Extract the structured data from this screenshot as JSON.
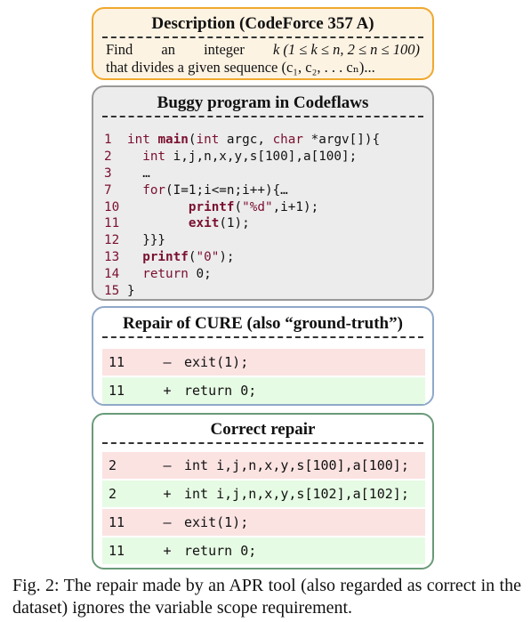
{
  "description": {
    "title": "Description (CodeForce 357 A)",
    "line1_words": [
      "Find",
      "an",
      "integer",
      "k (1 ≤ k ≤ n, 2 ≤ n ≤ 100)"
    ],
    "line2": "that divides a given sequence (c₁, c₂, . . . cₙ)..."
  },
  "buggy": {
    "title": "Buggy program in Codeflaws",
    "lines": [
      {
        "n": "1",
        "code": "int main(int argc, char *argv[]){"
      },
      {
        "n": "2",
        "code": "  int i,j,n,x,y,s[100],a[100];"
      },
      {
        "n": "3",
        "code": "  …"
      },
      {
        "n": "7",
        "code": "  for(I=1;i<=n;i++){…"
      },
      {
        "n": "10",
        "code": "        printf(\"%d\",i+1);"
      },
      {
        "n": "11",
        "code": "        exit(1);"
      },
      {
        "n": "12",
        "code": "  }}}"
      },
      {
        "n": "13",
        "code": "  printf(\"0\");"
      },
      {
        "n": "14",
        "code": "  return 0;"
      },
      {
        "n": "15",
        "code": "}"
      }
    ]
  },
  "cure": {
    "title": "Repair of CURE (also “ground-truth”)",
    "rows": [
      {
        "n": "11",
        "sign": "–",
        "code": "exit(1);",
        "type": "del"
      },
      {
        "n": "11",
        "sign": "+",
        "code": "return 0;",
        "type": "add"
      }
    ]
  },
  "correct": {
    "title": "Correct repair",
    "rows": [
      {
        "n": "2",
        "sign": "–",
        "code": "int i,j,n,x,y,s[100],a[100];",
        "type": "del"
      },
      {
        "n": "2",
        "sign": "+",
        "code": "int i,j,n,x,y,s[102],a[102];",
        "type": "add"
      },
      {
        "n": "11",
        "sign": "–",
        "code": "exit(1);",
        "type": "del"
      },
      {
        "n": "11",
        "sign": "+",
        "code": "return 0;",
        "type": "add"
      }
    ]
  },
  "caption": "Fig. 2: The repair made by an APR tool (also regarded as correct in the dataset) ignores the variable scope requirement.",
  "colors": {
    "description_border": "#f0a82e",
    "description_bg": "#fdf3e3",
    "buggy_border": "#999999",
    "buggy_bg": "#ececec",
    "cure_border": "#8fa8c8",
    "correct_border": "#6a9a78",
    "deleted_row": "#fbe3e2",
    "added_row": "#e6fbe4",
    "keyword": "#7a1030"
  }
}
